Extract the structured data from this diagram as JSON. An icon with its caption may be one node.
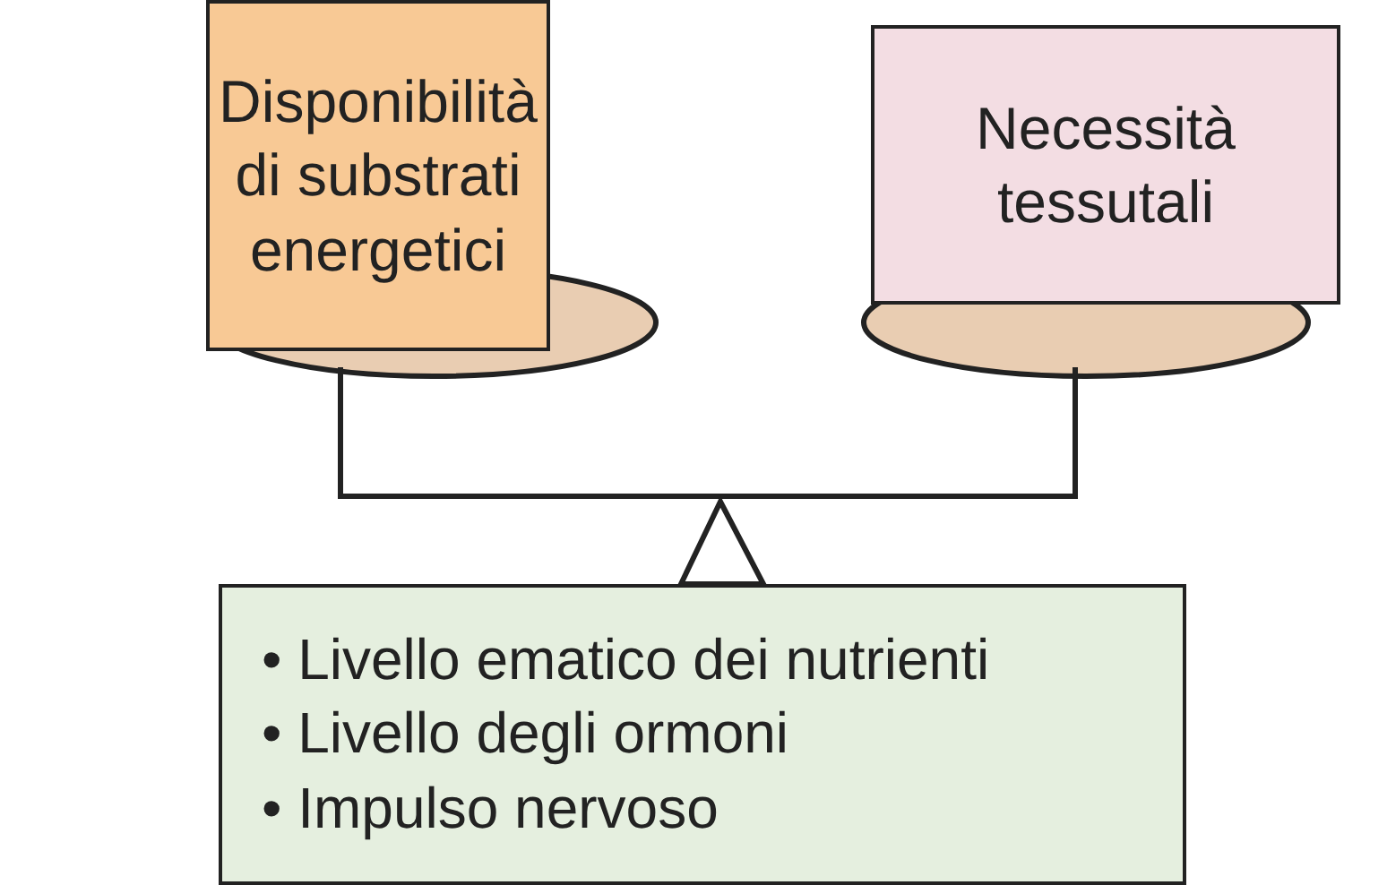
{
  "diagram": {
    "nodes": [
      {
        "text": [
          "Disponibilità di substrati energetici"
        ]
      },
      {
        "text": [
          "Necessità tessutali"
        ]
      },
      {
        "text": [
          "• Livello ematico dei nutrienti",
          "• Livello degli ormoni",
          "• Impulso nervoso"
        ]
      }
    ]
  }
}
